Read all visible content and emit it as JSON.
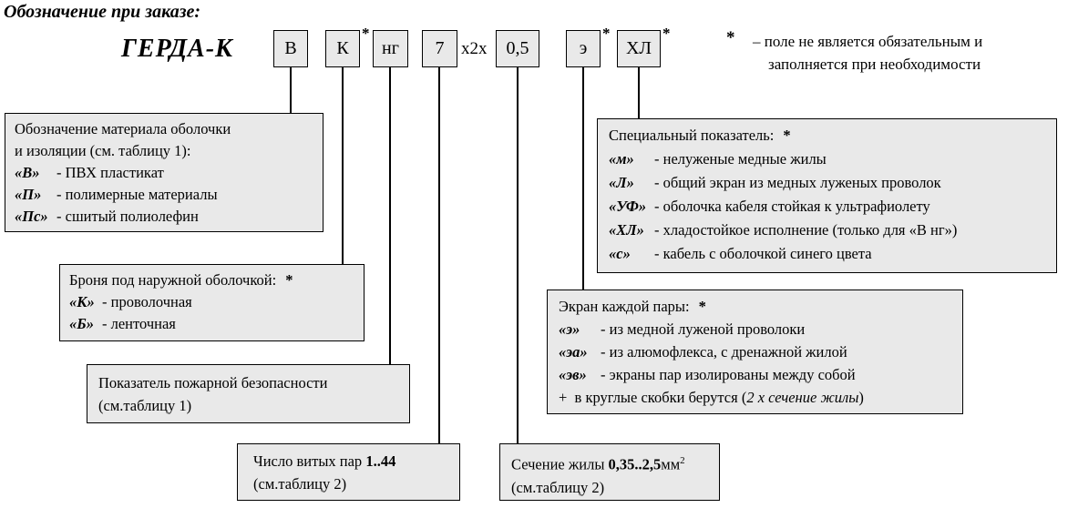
{
  "page": {
    "title": "Обозначение при заказе:",
    "brand": "ГЕРДА-К"
  },
  "designation": {
    "star": "*",
    "separator": "х2х",
    "segments": [
      {
        "label": "В"
      },
      {
        "label": "К"
      },
      {
        "label": "нг"
      },
      {
        "label": "7"
      },
      {
        "label": "0,5"
      },
      {
        "label": "э"
      },
      {
        "label": "ХЛ"
      }
    ]
  },
  "footnote": {
    "star": "*",
    "line1": "– поле не является обязательным и",
    "line2": "заполняется при необходимости"
  },
  "callouts": {
    "material": {
      "title_line1": "Обозначение материала оболочки",
      "title_line2": "и изоляции (см. таблицу 1):",
      "items": [
        {
          "key": "«В»",
          "desc": "- ПВХ пластикат"
        },
        {
          "key": "«П»",
          "desc": "- полимерные материалы"
        },
        {
          "key": "«Пс»",
          "desc": "- сшитый полиолефин"
        }
      ]
    },
    "armor": {
      "title": "Броня под наружной оболочкой:",
      "items": [
        {
          "key": "«К»",
          "desc": "- проволочная"
        },
        {
          "key": "«Б»",
          "desc": "- ленточная"
        }
      ]
    },
    "fire": {
      "line1": "Показатель пожарной безопасности",
      "line2": "(см.таблицу 1)"
    },
    "pairs": {
      "line1_prefix": "Число витых пар ",
      "line1_bold": "1..44",
      "line2": "(см.таблицу 2)"
    },
    "cross_section": {
      "line1_prefix": "Сечение жилы ",
      "line1_bold": "0,35..2,5",
      "line1_unit": "мм",
      "line1_sup": "2",
      "line2": "(см.таблицу 2)"
    },
    "shield": {
      "title": "Экран каждой пары:",
      "items": [
        {
          "key": "«э»",
          "desc": "- из медной луженой проволоки"
        },
        {
          "key": "«эа»",
          "desc": "- из алюмофлекса, с дренажной жилой"
        },
        {
          "key": "«эв»",
          "desc": "- экраны пар изолированы между собой"
        }
      ],
      "note_prefix": "+  в круглые скобки берутся (",
      "note_italic": "2 х сечение жилы",
      "note_suffix": ")"
    },
    "special": {
      "title": "Специальный показатель:",
      "items": [
        {
          "key": "«м»",
          "desc": "- нелуженые медные жилы"
        },
        {
          "key": "«Л»",
          "desc": "- общий экран из медных луженых проволок"
        },
        {
          "key": "«УФ»",
          "desc": "- оболочка кабеля стойкая к ультрафиолету"
        },
        {
          "key": "«ХЛ»",
          "desc": "- хладостойкое исполнение (только для «В нг»)"
        },
        {
          "key": "«с»",
          "desc": "- кабель с оболочкой синего цвета"
        }
      ]
    }
  },
  "colors": {
    "box_fill": "#e9e9e9",
    "border": "#000000",
    "line": "#000000"
  }
}
